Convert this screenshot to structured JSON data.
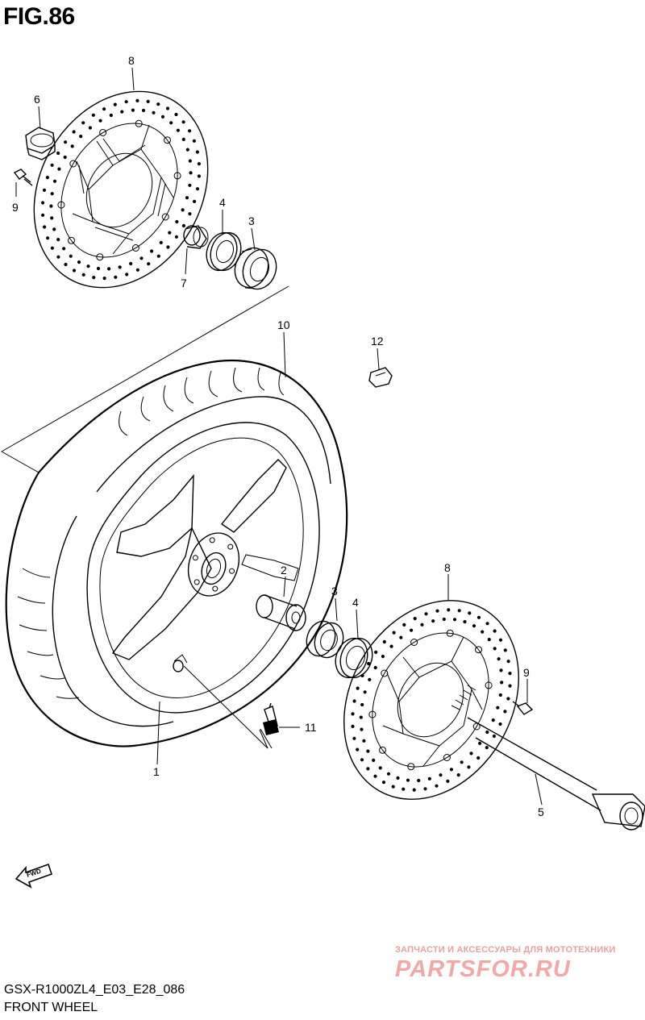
{
  "figure": {
    "title": "FIG.86",
    "model_code": "GSX-R1000ZL4_E03_E28_086",
    "section_name": "FRONT WHEEL"
  },
  "callouts": [
    {
      "id": "callout-8-top",
      "number": "8"
    },
    {
      "id": "callout-6",
      "number": "6"
    },
    {
      "id": "callout-9-top",
      "number": "9"
    },
    {
      "id": "callout-4-top",
      "number": "4"
    },
    {
      "id": "callout-3-top",
      "number": "3"
    },
    {
      "id": "callout-7",
      "number": "7"
    },
    {
      "id": "callout-10",
      "number": "10"
    },
    {
      "id": "callout-12",
      "number": "12"
    },
    {
      "id": "callout-2",
      "number": "2"
    },
    {
      "id": "callout-3-bottom",
      "number": "3"
    },
    {
      "id": "callout-4-bottom",
      "number": "4"
    },
    {
      "id": "callout-8-bottom",
      "number": "8"
    },
    {
      "id": "callout-9-bottom",
      "number": "9"
    },
    {
      "id": "callout-11",
      "number": "11"
    },
    {
      "id": "callout-1",
      "number": "1"
    },
    {
      "id": "callout-5",
      "number": "5"
    }
  ],
  "direction_arrow": {
    "label": "FWD",
    "icon": "forward-arrow-icon"
  },
  "watermark": {
    "tagline": "ЗАПЧАСТИ И АКСЕССУАРЫ ДЛЯ МОТОТЕХНИКИ",
    "logo_text": "PARTSFOR.RU",
    "color": "#f0a8a8"
  }
}
